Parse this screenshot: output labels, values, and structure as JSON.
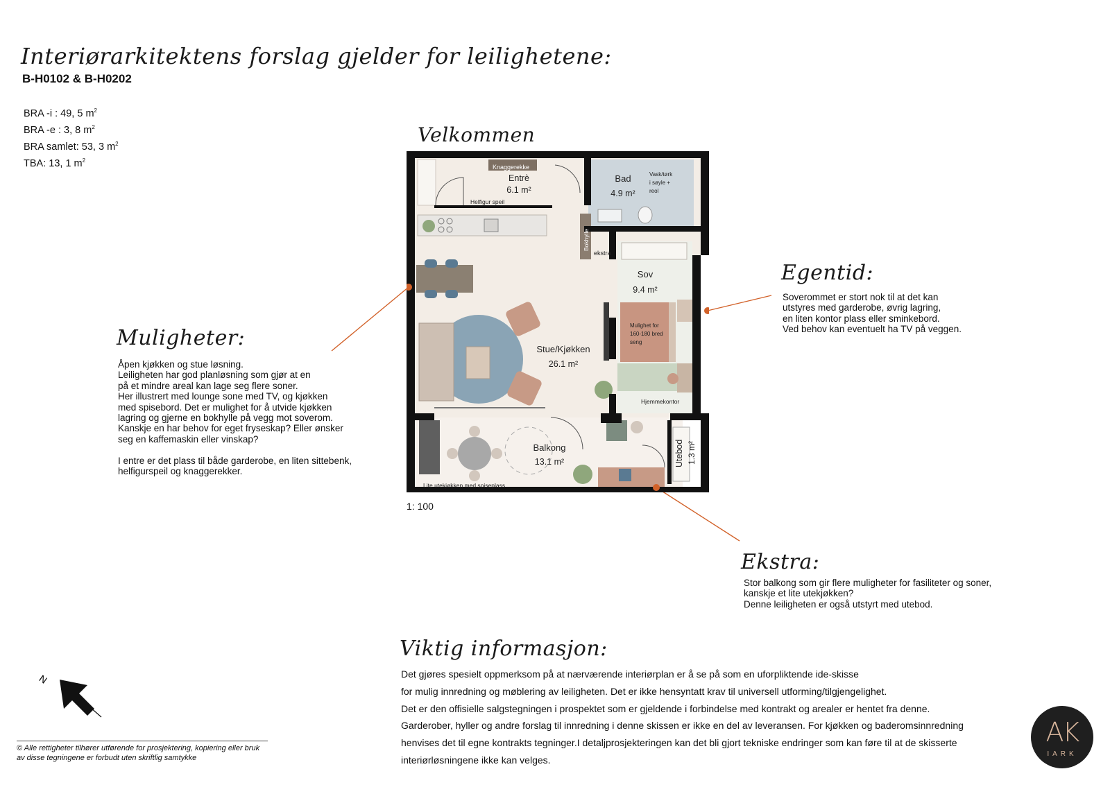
{
  "header": {
    "title": "Interiørarkitektens forslag gjelder for leilighetene:",
    "apartments": "B-H0102 & B-H0202"
  },
  "areas": [
    {
      "label": "BRA -i : 49, 5  m",
      "sup": "2"
    },
    {
      "label": "BRA -e : 3, 8  m",
      "sup": "2"
    },
    {
      "label": "BRA samlet: 53, 3 m",
      "sup": "2"
    },
    {
      "label": "TBA: 13, 1  m",
      "sup": "2"
    }
  ],
  "welcome": "Velkommen",
  "rooms": {
    "entre": {
      "name": "Entrè",
      "area": "6.1 m²"
    },
    "bad": {
      "name": "Bad",
      "area": "4.9 m²"
    },
    "sov": {
      "name": "Sov",
      "area": "9.4 m²"
    },
    "stue": {
      "name": "Stue/Kjøkken",
      "area": "26.1 m²"
    },
    "balkong": {
      "name": "Balkong",
      "area": "13.1 m²"
    },
    "utebod": {
      "name": "Utebod",
      "area": "1.3 m²"
    }
  },
  "plan_labels": {
    "knaggerekke": "Knaggerekke",
    "helfigur": "Helfigur speil",
    "vask_1": "Vask/tørk",
    "vask_2": "i søyle +",
    "vask_3": "reol",
    "bokhylle": "Bokhylle",
    "ekstra": "ekstra",
    "seng_1": "Mulighet for",
    "seng_2": "160-180 bred",
    "seng_3": "seng",
    "hjemmekontor": "Hjemmekontor",
    "utekjokken": "Lite utekjøkken med spiseplass"
  },
  "scale": "1: 100",
  "notes": {
    "muligheter": {
      "heading": "Muligheter:",
      "body": "Åpen kjøkken og stue løsning.\nLeiligheten har god planløsning som gjør at en\npå et mindre areal kan lage seg flere soner.\nHer illustrert med lounge sone med TV, og kjøkken\nmed spisebord. Det er mulighet for å utvide kjøkken\nlagring og gjerne en bokhylle på vegg mot soverom.\nKanskje en har behov for eget fryseskap? Eller ønsker\nseg en kaffemaskin eller vinskap?\n\nI entre er det plass til både garderobe, en liten sittebenk,\nhelfigurspeil og knaggerekker."
    },
    "egentid": {
      "heading": "Egentid:",
      "body": "Soverommet er stort nok til at det kan\nutstyres med garderobe, øvrig lagring,\nen liten kontor plass eller sminkebord.\nVed behov kan eventuelt ha TV på veggen."
    },
    "ekstra": {
      "heading": "Ekstra:",
      "body": "Stor balkong som gir flere muligheter for fasiliteter og soner,\nkanskje et lite utekjøkken?\nDenne leiligheten er også utstyrt med utebod."
    }
  },
  "important": {
    "heading": "Viktig informasjon:",
    "lines": [
      "Det gjøres spesielt oppmerksom på at nærværende interiørplan er å se på som en uforpliktende ide-skisse",
      "for mulig innredning og møblering av leiligheten. Det er ikke hensyntatt krav til universell utforming/tilgjengelighet.",
      "Det er den offisielle salgstegningen i prospektet som er gjeldende i forbindelse med kontrakt og arealer er hentet fra denne.",
      "Garderober, hyller og andre forslag til innredning i denne skissen er ikke en del av leveransen. For kjøkken og baderomsinnredning",
      "henvises det til egne kontrakts tegninger.I detaljprosjekteringen kan det bli gjort tekniske endringer som kan føre til at de skisserte",
      "interiørløsningene ikke kan velges."
    ]
  },
  "compass": {
    "north": "N"
  },
  "copyright": "© Alle rettigheter tilhører utførende for prosjektering, kopiering eller bruk av disse tegningene er forbudt uten skriftlig samtykke",
  "logo": {
    "mark": "AK",
    "word": "IARK"
  },
  "colors": {
    "wall": "#111111",
    "floor": "#f3ede6",
    "bath": "#cdd6dc",
    "bed": "#c9d5c2",
    "rug": "#8aa4b5",
    "accent": "#d2622a",
    "sofa": "#cdbfb3",
    "chair": "#c79a86"
  }
}
